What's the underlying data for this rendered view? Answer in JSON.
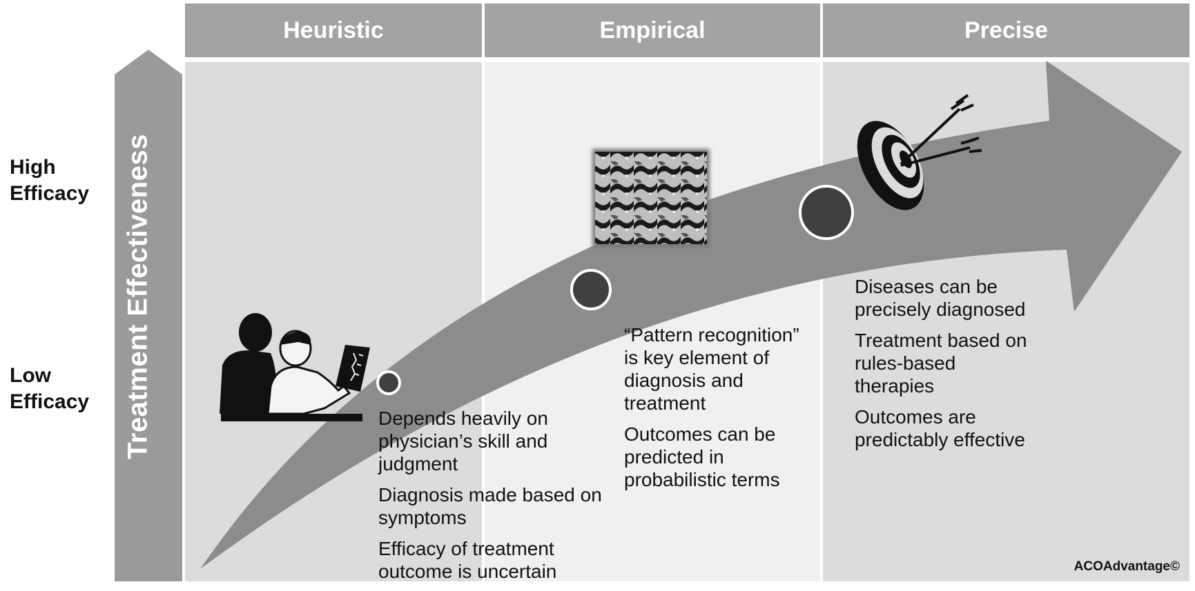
{
  "headers": [
    "Heuristic",
    "Empirical",
    "Precise"
  ],
  "y_axis": {
    "title": "Treatment Effectiveness",
    "high_label_line1": "High",
    "high_label_line2": "Efficacy",
    "low_label_line1": "Low",
    "low_label_line2": "Efficacy"
  },
  "heuristic": {
    "b1": "Depends heavily on physician’s skill and judgment",
    "b2": "Diagnosis made based on symptoms",
    "b3": "Efficacy of treatment outcome is uncertain"
  },
  "empirical": {
    "b1": "“Pattern recognition” is key element of diagnosis and treatment",
    "b2": "Outcomes can be predicted in probabilistic terms"
  },
  "precise": {
    "b1": "Diseases can be precisely diagnosed",
    "b2": "Treatment based on rules-based therapies",
    "b3": "Outcomes are predictably effective"
  },
  "copyright": "ACOAdvantage©",
  "colors": {
    "header": "#a3a3a3",
    "panel_dark": "#dcdcdc",
    "panel_light": "#f0f0f0",
    "arrow": "#8c8c8c",
    "dot": "#404040",
    "axis_arrow": "#9a9a9a"
  },
  "icons": [
    "physicians-xray-illustration",
    "pattern-tessellation-image",
    "target-with-arrows-icon"
  ]
}
